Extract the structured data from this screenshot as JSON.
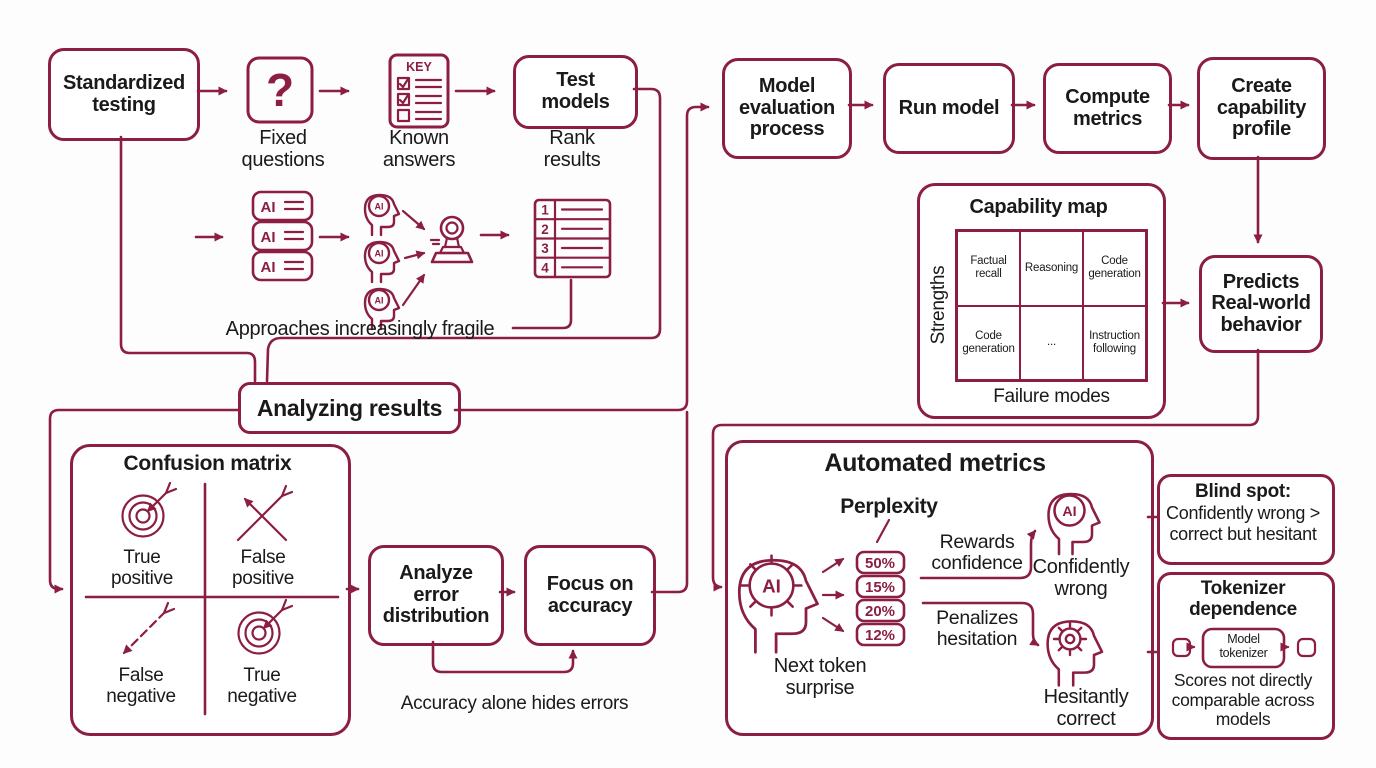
{
  "colors": {
    "accent": "#8b1e41",
    "ink": "#1b1a1b",
    "background": "#fdfdfd"
  },
  "flow_top": {
    "standardized_testing": "Standardized\ntesting",
    "fixed_questions": "Fixed\nquestions",
    "known_answers": "Known\nanswers",
    "test_models": "Test\nmodels",
    "rank_results": "Rank\nresults",
    "approaches_fragile": "Approaches increasingly fragile",
    "question_mark": "?",
    "key": "KEY",
    "ai": "AI",
    "rank_numbers": [
      "1",
      "2",
      "3",
      "4"
    ]
  },
  "flow_right": {
    "model_evaluation_process": "Model\nevaluation\nprocess",
    "run_model": "Run model",
    "compute_metrics": "Compute\nmetrics",
    "create_capability_profile": "Create\ncapability\nprofile",
    "predicts_real_world": "Predicts\nReal-world\nbehavior"
  },
  "capability_map": {
    "title": "Capability map",
    "y_axis": "Strengths",
    "x_axis": "Failure modes",
    "rows": [
      [
        "Factual\nrecall",
        "Reasoning",
        "Code\ngeneration"
      ],
      [
        "Code\ngeneration",
        "...",
        "Instruction\nfollowing"
      ]
    ]
  },
  "analyzing": {
    "analyzing_results": "Analyzing results",
    "confusion_title": "Confusion matrix",
    "quadrants": [
      "True\npositive",
      "False\npositive",
      "False\nnegative",
      "True\nnegative"
    ],
    "analyze_error_distribution": "Analyze\nerror\ndistribution",
    "focus_on_accuracy": "Focus on\naccuracy",
    "accuracy_note": "Accuracy alone hides errors"
  },
  "automated": {
    "title": "Automated metrics",
    "perplexity": "Perplexity",
    "percentages": [
      "50%",
      "15%",
      "20%",
      "12%"
    ],
    "next_token": "Next token\nsurprise",
    "rewards": "Rewards\nconfidence",
    "penalizes": "Penalizes\nhesitation",
    "confidently_wrong": "Confidently\nwrong",
    "hesitantly_correct": "Hesitantly\ncorrect",
    "ai": "AI"
  },
  "side_notes": {
    "blind_spot_title": "Blind spot:",
    "blind_spot_body": "Confidently wrong >\ncorrect but hesitant",
    "tokenizer_title": "Tokenizer\ndependence",
    "model_tokenizer": "Model\ntokenizer",
    "tokenizer_body": "Scores not directly\ncomparable across\nmodels"
  }
}
